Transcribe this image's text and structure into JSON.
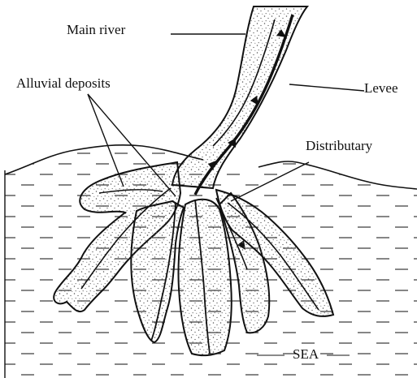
{
  "labels": {
    "main_river": "Main river",
    "alluvial_deposits": "Alluvial deposits",
    "levee": "Levee",
    "distributary": "Distributary",
    "sea": "SEA"
  },
  "colors": {
    "ink": "#111111",
    "stipple": "#555555",
    "sea_dash": "#444444",
    "background": "#ffffff"
  }
}
